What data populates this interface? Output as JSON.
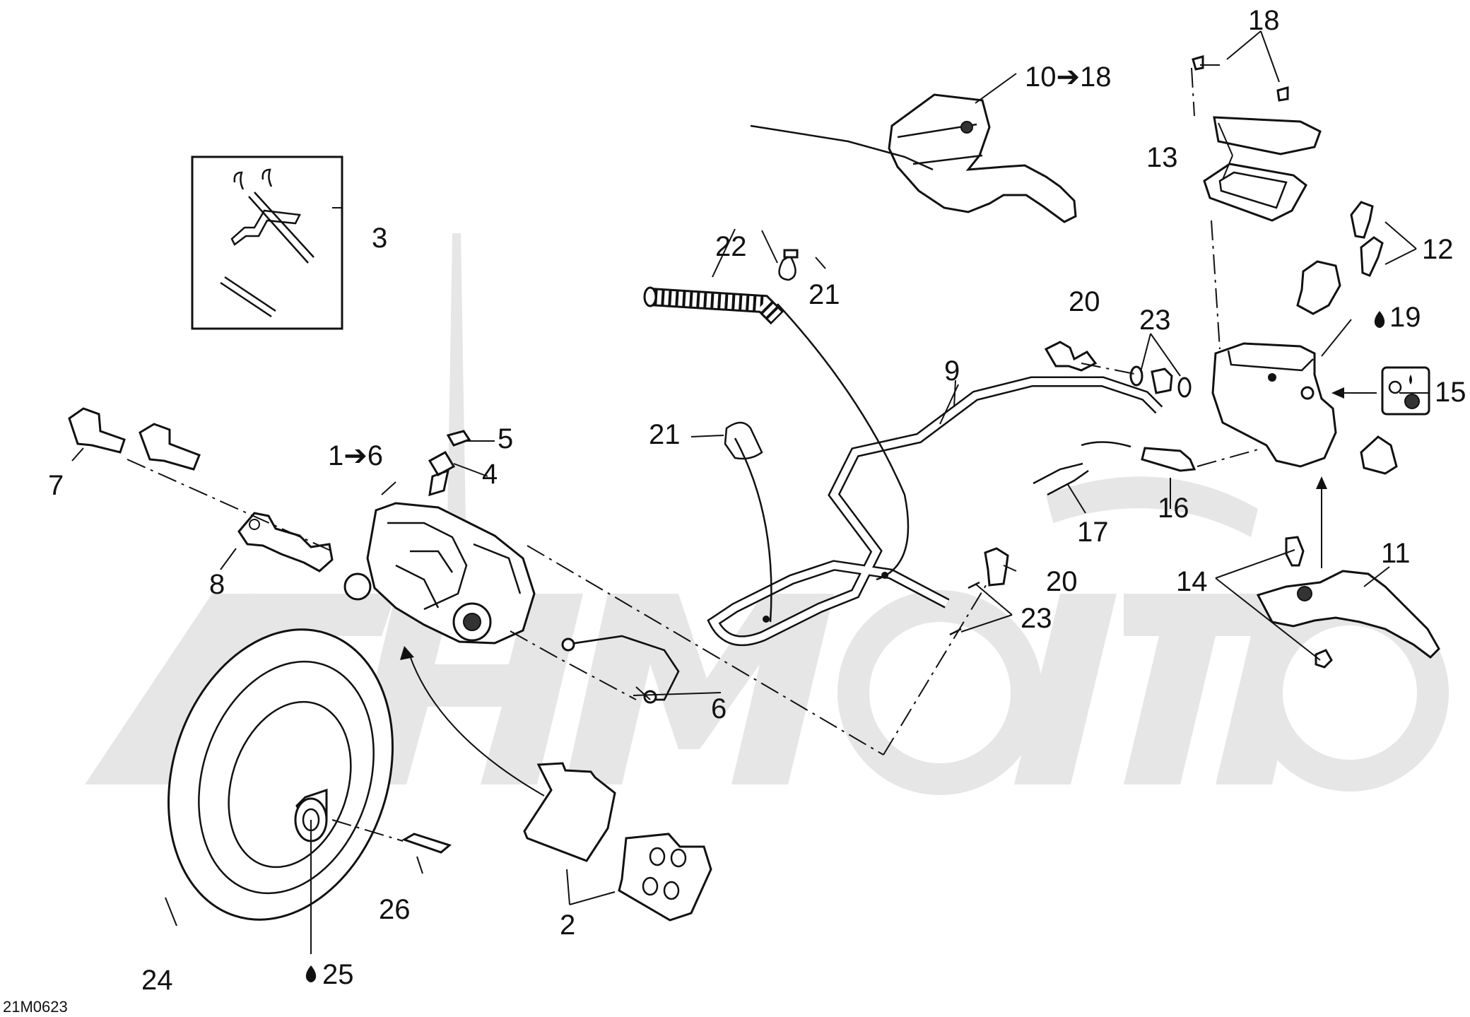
{
  "watermark": "AeHMotO",
  "figure_code": "21M0623",
  "callouts": {
    "c2": "2",
    "c3": "3",
    "c4": "4",
    "c5": "5",
    "c6_range": "1➔6",
    "c6": "6",
    "c7": "7",
    "c8": "8",
    "c9": "9",
    "c10_range": "10➔18",
    "c11": "11",
    "c12": "12",
    "c13": "13",
    "c14": "14",
    "c15": "15",
    "c16": "16",
    "c17": "17",
    "c18": "18",
    "c19": "19",
    "c20a": "20",
    "c20b": "20",
    "c21a": "21",
    "c21b": "21",
    "c22": "22",
    "c23a": "23",
    "c23b": "23",
    "c24": "24",
    "c25": "25",
    "c26": "26"
  },
  "icons": {
    "fluid_drop": "fluid-drop-icon",
    "arrow": "arrow-right-icon",
    "lubricant_box": "lubricant-symbol-icon"
  }
}
